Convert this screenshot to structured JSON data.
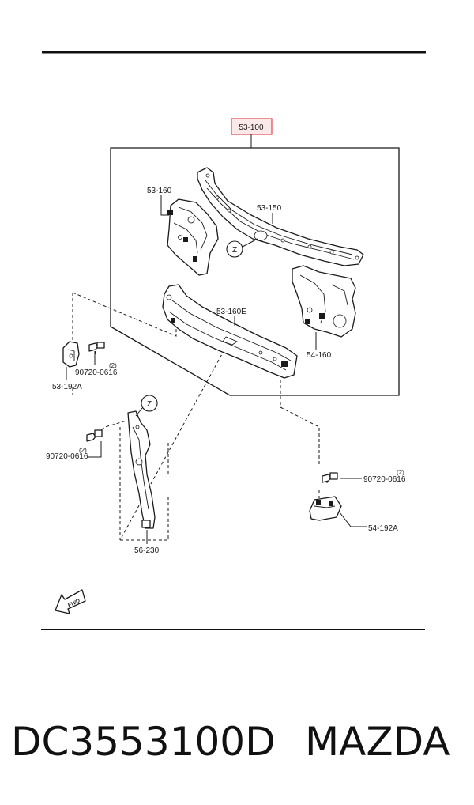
{
  "diagram": {
    "labels": {
      "assembly": "53-100",
      "upper_member": "53-150",
      "left_bracket": "53-160",
      "lower_member": "53-160E",
      "right_bracket": "54-160",
      "left_mount": "53-192A",
      "left_bolt": "90720-0616",
      "left_bolt_qty": "(2)",
      "stay_bolt": "90720-0616",
      "stay_bolt_qty": "(2)",
      "stay": "56-230",
      "right_bolt": "90720-0616",
      "right_bolt_qty": "(2)",
      "right_mount": "54-192A",
      "ref_z_top": "Z",
      "ref_z_stay": "Z",
      "fwd": "FWD"
    },
    "highlight_color": "#e0454f"
  },
  "footer": {
    "part_number": "DC3553100D",
    "brand": "MAZDA"
  }
}
